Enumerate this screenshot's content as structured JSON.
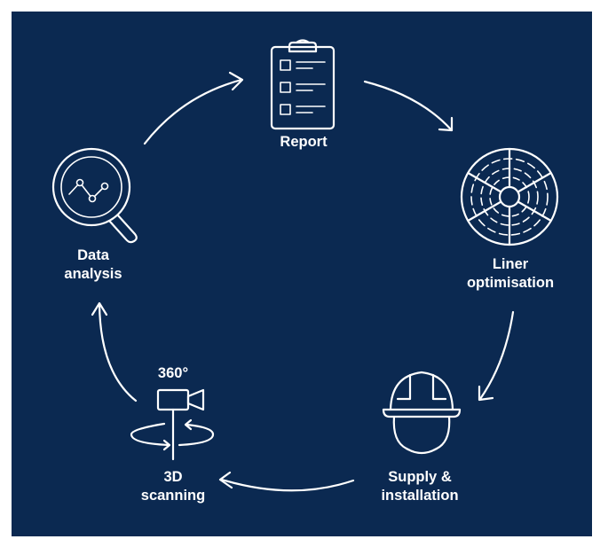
{
  "colors": {
    "background": "#0b2951",
    "foreground": "#ffffff",
    "page": "#ffffff"
  },
  "nodes": [
    {
      "id": "report",
      "icon": "clipboard-checklist-icon",
      "lines": [
        "Report"
      ]
    },
    {
      "id": "liner",
      "icon": "liner-segments-icon",
      "lines": [
        "Liner",
        "optimisation"
      ]
    },
    {
      "id": "supply",
      "icon": "hardhat-worker-icon",
      "lines": [
        "Supply &",
        "installation"
      ]
    },
    {
      "id": "scanning",
      "icon": "camera-360-scanner-icon",
      "lines": [
        "3D",
        "scanning"
      ],
      "caption": "360°"
    },
    {
      "id": "analysis",
      "icon": "magnifier-chart-icon",
      "lines": [
        "Data",
        "analysis"
      ]
    }
  ]
}
